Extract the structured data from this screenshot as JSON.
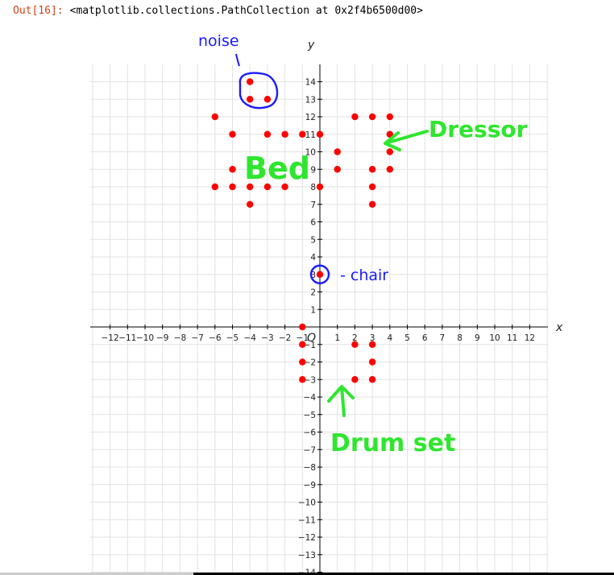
{
  "output": {
    "prompt": "Out[16]:",
    "text": "<matplotlib.collections.PathCollection at 0x2f4b6500d00>"
  },
  "colors": {
    "points": "#ff0000",
    "annotation_blue": "#1a1aff",
    "annotation_green": "#2ee62e",
    "prompt": "#d84315"
  },
  "chart_data": {
    "type": "scatter",
    "xlabel": "x",
    "ylabel": "y",
    "origin_label": "O",
    "xlim": [
      -13,
      13
    ],
    "ylim": [
      -14,
      15
    ],
    "grid": true,
    "xticks": [
      -12,
      -11,
      -10,
      -9,
      -8,
      -7,
      -6,
      -5,
      -4,
      -3,
      -2,
      -1,
      1,
      2,
      3,
      4,
      5,
      6,
      7,
      8,
      9,
      10,
      11,
      12
    ],
    "yticks": [
      -14,
      -13,
      -12,
      -11,
      -10,
      -9,
      -8,
      -7,
      -6,
      -5,
      -4,
      -3,
      -2,
      -1,
      1,
      2,
      3,
      4,
      5,
      6,
      7,
      8,
      9,
      10,
      11,
      12,
      13,
      14
    ],
    "points": [
      [
        -4,
        14
      ],
      [
        -4,
        13
      ],
      [
        -3,
        13
      ],
      [
        -6,
        12
      ],
      [
        2,
        12
      ],
      [
        3,
        12
      ],
      [
        4,
        12
      ],
      [
        -5,
        11
      ],
      [
        -3,
        11
      ],
      [
        -2,
        11
      ],
      [
        -1,
        11
      ],
      [
        0,
        11
      ],
      [
        4,
        11
      ],
      [
        1,
        10
      ],
      [
        4,
        10
      ],
      [
        -5,
        9
      ],
      [
        1,
        9
      ],
      [
        3,
        9
      ],
      [
        4,
        9
      ],
      [
        -6,
        8
      ],
      [
        -5,
        8
      ],
      [
        -4,
        8
      ],
      [
        -3,
        8
      ],
      [
        -2,
        8
      ],
      [
        0,
        8
      ],
      [
        3,
        8
      ],
      [
        -4,
        7
      ],
      [
        3,
        7
      ],
      [
        0,
        3
      ],
      [
        -1,
        0
      ],
      [
        -1,
        -1
      ],
      [
        2,
        -1
      ],
      [
        3,
        -1
      ],
      [
        -1,
        -2
      ],
      [
        3,
        -2
      ],
      [
        -1,
        -3
      ],
      [
        2,
        -3
      ],
      [
        3,
        -3
      ]
    ],
    "annotations": {
      "noise": "noise",
      "bed": "Bed",
      "dresser": "Dressor",
      "chair": "- chair",
      "drum": "Drum set"
    }
  }
}
